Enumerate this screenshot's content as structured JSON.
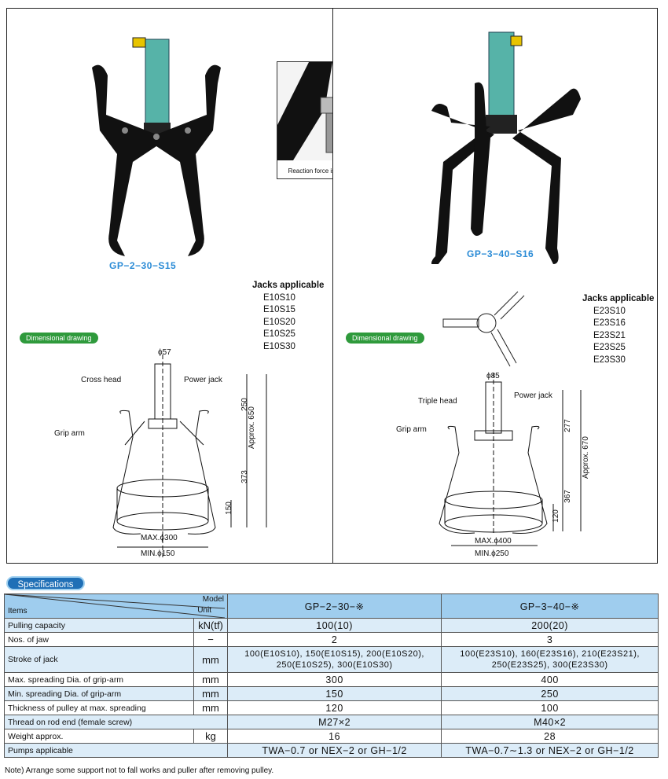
{
  "left": {
    "model": "GP−2−30−S15",
    "jacks_header": "Jacks applicable",
    "jacks": [
      "E10S10",
      "E10S15",
      "E10S20",
      "E10S25",
      "E10S30"
    ],
    "dim_label": "Dimensional drawing",
    "labels": {
      "cross_head": "Cross head",
      "power_jack": "Power jack",
      "grip_arm": "Grip arm",
      "phi": "ϕ57",
      "d250": "250",
      "d373": "373",
      "d150": "150",
      "approx": "Approx. 650",
      "max": "MAX.ϕ300",
      "min": "MIN.ϕ150"
    }
  },
  "right": {
    "model": "GP−3−40−S16",
    "jacks_header": "Jacks applicable",
    "jacks": [
      "E23S10",
      "E23S16",
      "E23S21",
      "E23S25",
      "E23S30"
    ],
    "dim_label": "Dimensional drawing",
    "labels": {
      "triple_head": "Triple head",
      "power_jack": "Power jack",
      "grip_arm": "Grip arm",
      "phi": "ϕ85",
      "d277": "277",
      "d367": "367",
      "d120": "120",
      "approx": "Approx. 670",
      "max": "MAX.ϕ400",
      "min": "MIN.ϕ250"
    }
  },
  "reaction_caption": "Reaction force is applied to bolt.",
  "spec_title": "Specifications",
  "table": {
    "header": {
      "model": "Model",
      "unit": "Unit",
      "items": "Items",
      "col1": "GP−2−30−※",
      "col2": "GP−3−40−※"
    },
    "rows": [
      {
        "item": "Pulling capacity",
        "unit": "kN(tf)",
        "v1": "100(10)",
        "v2": "200(20)"
      },
      {
        "item": "Nos. of jaw",
        "unit": "−",
        "v1": "2",
        "v2": "3"
      },
      {
        "item": "Stroke of jack",
        "unit": "mm",
        "v1": "100(E10S10), 150(E10S15), 200(E10S20), 250(E10S25), 300(E10S30)",
        "v2": "100(E23S10), 160(E23S16), 210(E23S21), 250(E23S25), 300(E23S30)"
      },
      {
        "item": "Max. spreading Dia. of grip-arm",
        "unit": "mm",
        "v1": "300",
        "v2": "400"
      },
      {
        "item": "Min. spreading Dia. of grip-arm",
        "unit": "mm",
        "v1": "150",
        "v2": "250"
      },
      {
        "item": "Thickness of pulley at max. spreading",
        "unit": "mm",
        "v1": "120",
        "v2": "100"
      },
      {
        "item": "Thread on rod end (female screw)",
        "unit": "",
        "v1": "M27×2",
        "v2": "M40×2"
      },
      {
        "item": "Weight approx.",
        "unit": "kg",
        "v1": "16",
        "v2": "28"
      },
      {
        "item": "Pumps applicable",
        "unit": "",
        "v1": "TWA−0.7 or NEX−2 or GH−1/2",
        "v2": "TWA−0.7∼1.3 or NEX−2 or GH−1/2"
      }
    ]
  },
  "note": "Note) Arrange some support not to fall works and puller after removing pulley."
}
